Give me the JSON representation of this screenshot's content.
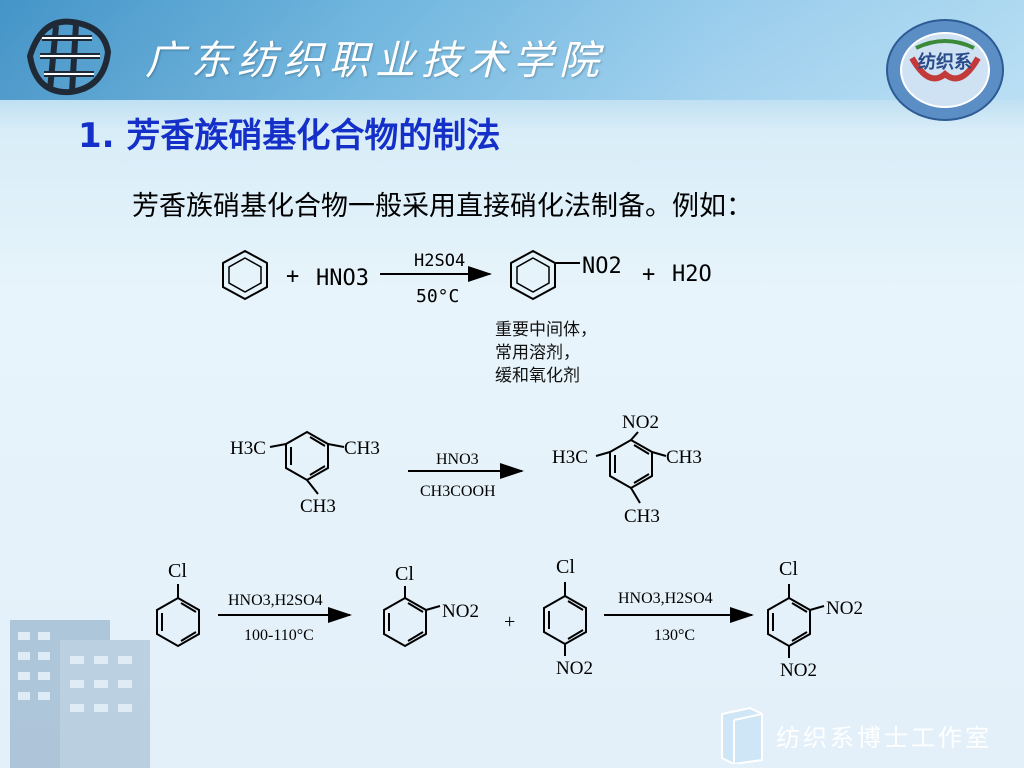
{
  "header": {
    "college_name": "广东纺织职业技术学院",
    "emblem_text": "纺织系"
  },
  "slide": {
    "section_title": "1. 芳香族硝基化合物的制法",
    "intro": "芳香族硝基化合物一般采用直接硝化法制备。例如："
  },
  "reaction1": {
    "plus1": "+",
    "reagent": "HNO3",
    "above_arrow": "H2SO4",
    "below_arrow": "50°C",
    "product_group": "NO2",
    "plus2": "+",
    "byproduct": "H2O",
    "annotation": [
      "重要中间体，",
      "常用溶剂，",
      "缓和氧化剂"
    ]
  },
  "reaction2": {
    "reactant_groups": [
      "H3C",
      "CH3",
      "CH3"
    ],
    "above_arrow": "HNO3",
    "below_arrow": "CH3COOH",
    "product_groups": [
      "NO2",
      "H3C",
      "CH3",
      "CH3"
    ]
  },
  "reaction3": {
    "reactant_group": "Cl",
    "above_arrow1": "HNO3,H2SO4",
    "below_arrow1": "100-110°C",
    "product1_groups": [
      "Cl",
      "NO2"
    ],
    "plus": "+",
    "product2_groups": [
      "Cl",
      "NO2"
    ],
    "above_arrow2": "HNO3,H2SO4",
    "below_arrow2": "130°C",
    "product3_groups": [
      "Cl",
      "NO2",
      "NO2"
    ]
  },
  "footer": {
    "text": "纺织系博士工作室"
  },
  "colors": {
    "title_blue": "#1430c8",
    "header_blue": "#3d8fc4"
  }
}
